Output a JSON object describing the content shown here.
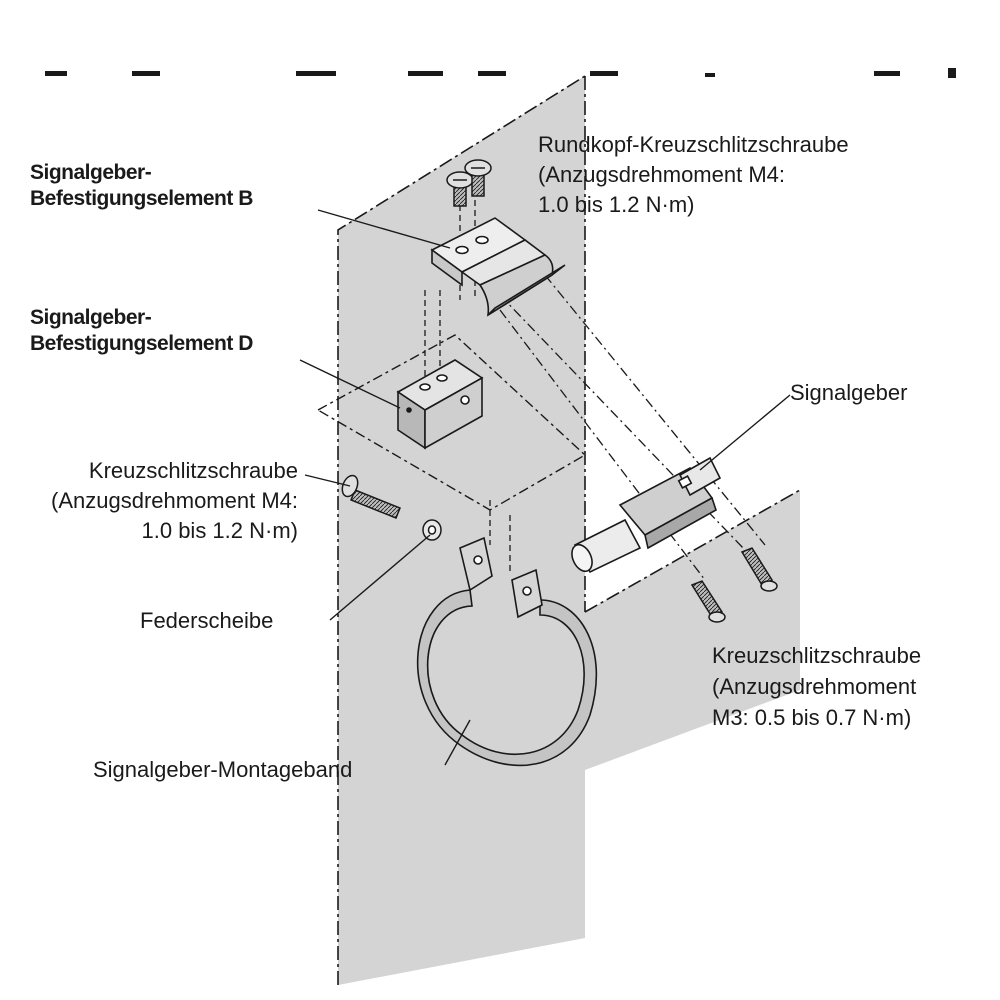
{
  "labels": {
    "element_b": {
      "lines": [
        "Signalgeber-",
        "Befestigungselement B"
      ]
    },
    "element_d": {
      "lines": [
        "Signalgeber-",
        "Befestigungselement D"
      ]
    },
    "round_head_screw": {
      "lines": [
        "Rundkopf-Kreuzschlitzschraube",
        "(Anzugsdrehmoment M4:",
        "1.0 bis 1.2 N·m)"
      ]
    },
    "signalgeber": {
      "text": "Signalgeber"
    },
    "cross_screw_m4": {
      "lines": [
        "Kreuzschlitzschraube",
        "(Anzugsdrehmoment M4:",
        "1.0 bis 1.2 N·m)"
      ]
    },
    "federscheibe": {
      "text": "Federscheibe"
    },
    "cross_screw_m3": {
      "lines": [
        "Kreuzschlitzschraube",
        "(Anzugsdrehmoment",
        "M3: 0.5 bis 0.7 N·m)"
      ]
    },
    "montageband": {
      "text": "Signalgeber-Montageband"
    }
  },
  "colors": {
    "panel": "#d4d4d4",
    "part_light": "#eeeeee",
    "part_mid": "#c8c8c8",
    "part_dark": "#9a9a9a",
    "line": "#1a1a1a"
  }
}
